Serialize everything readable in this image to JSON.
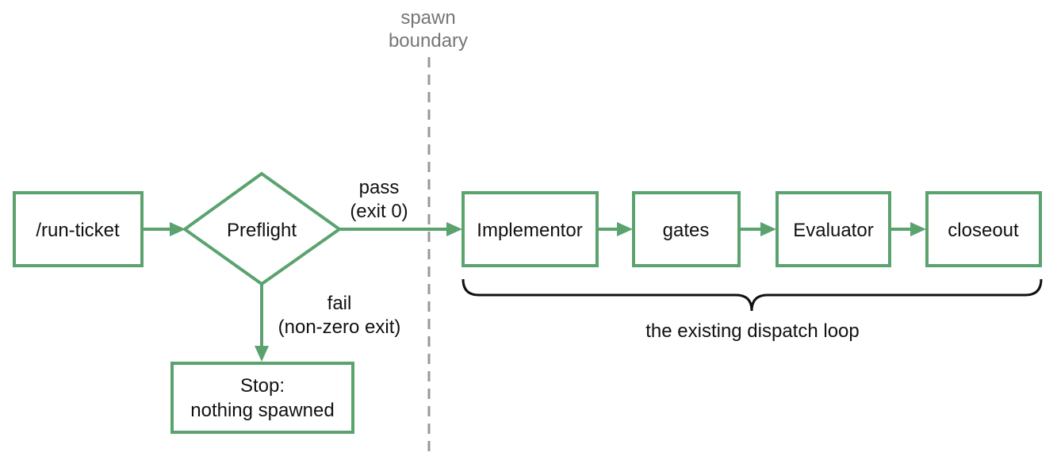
{
  "boundary": {
    "line1": "spawn",
    "line2": "boundary"
  },
  "nodes": {
    "run_ticket": "/run-ticket",
    "preflight": "Preflight",
    "stop": {
      "line1": "Stop:",
      "line2": "nothing spawned"
    },
    "implementor": "Implementor",
    "gates": "gates",
    "evaluator": "Evaluator",
    "closeout": "closeout"
  },
  "edges": {
    "pass": {
      "line1": "pass",
      "line2": "(exit 0)"
    },
    "fail": {
      "line1": "fail",
      "line2": "(non-zero exit)"
    }
  },
  "brace_label": "the existing dispatch loop",
  "colors": {
    "accent": "#5aa36e",
    "boundary": "#999999",
    "text": "#111111",
    "muted": "#767676"
  }
}
